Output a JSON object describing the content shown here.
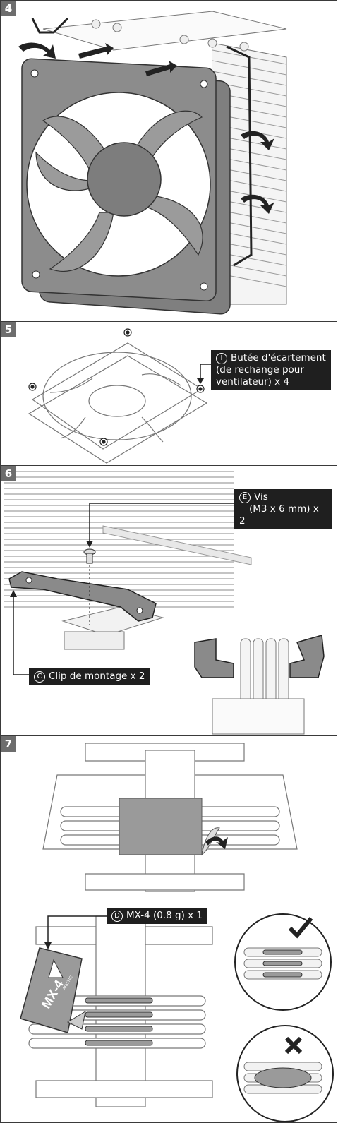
{
  "steps": {
    "s4": {
      "number": "4"
    },
    "s5": {
      "number": "5",
      "callout": {
        "code": "I",
        "line1": "Butée d'écartement",
        "line2": "(de rechange pour",
        "line3": "ventilateur) x 4"
      }
    },
    "s6": {
      "number": "6",
      "screw_callout": {
        "code": "E",
        "line1": "Vis",
        "line2": "(M3 x 6 mm) x 2"
      },
      "clip_callout": {
        "code": "C",
        "text": "Clip de montage x 2"
      }
    },
    "s7": {
      "number": "7",
      "paste_callout": {
        "code": "D",
        "text": "MX-4 (0.8 g) x 1"
      },
      "package_text": "MX-4",
      "package_subtext": "ARCTIC"
    }
  },
  "colors": {
    "label_bg": "#1f1f1f",
    "step_bg": "#6d6d6d",
    "fan_gray": "#8c8c8c",
    "paste_gray": "#9a9a9a"
  }
}
